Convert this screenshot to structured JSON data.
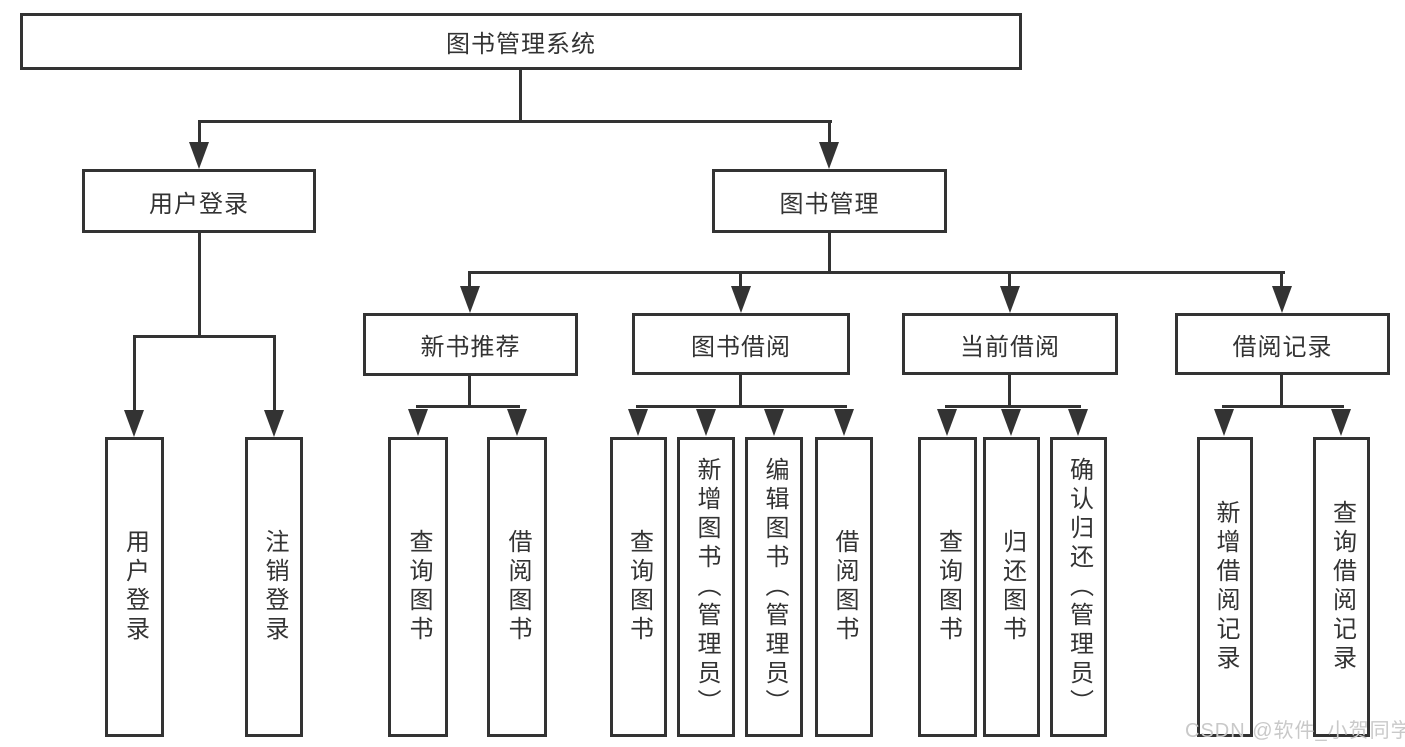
{
  "diagram": {
    "root": {
      "label": "图书管理系统",
      "children": [
        {
          "label": "用户登录",
          "children": [
            {
              "label": "用户登录"
            },
            {
              "label": "注销登录"
            }
          ]
        },
        {
          "label": "图书管理",
          "children": [
            {
              "label": "新书推荐",
              "children": [
                {
                  "label": "查询图书"
                },
                {
                  "label": "借阅图书"
                }
              ]
            },
            {
              "label": "图书借阅",
              "children": [
                {
                  "label": "查询图书"
                },
                {
                  "label": "新增图书（管理员）"
                },
                {
                  "label": "编辑图书（管理员）"
                },
                {
                  "label": "借阅图书"
                }
              ]
            },
            {
              "label": "当前借阅",
              "children": [
                {
                  "label": "查询图书"
                },
                {
                  "label": "归还图书"
                },
                {
                  "label": "确认归还（管理员）"
                }
              ]
            },
            {
              "label": "借阅记录",
              "children": [
                {
                  "label": "新增借阅记录"
                },
                {
                  "label": "查询借阅记录"
                }
              ]
            }
          ]
        }
      ]
    },
    "colors": {
      "line": "#333333",
      "background": "#ffffff",
      "watermark": "#c9c9c9"
    }
  },
  "watermark": {
    "text": "CSDN @软件_小贺同学"
  }
}
